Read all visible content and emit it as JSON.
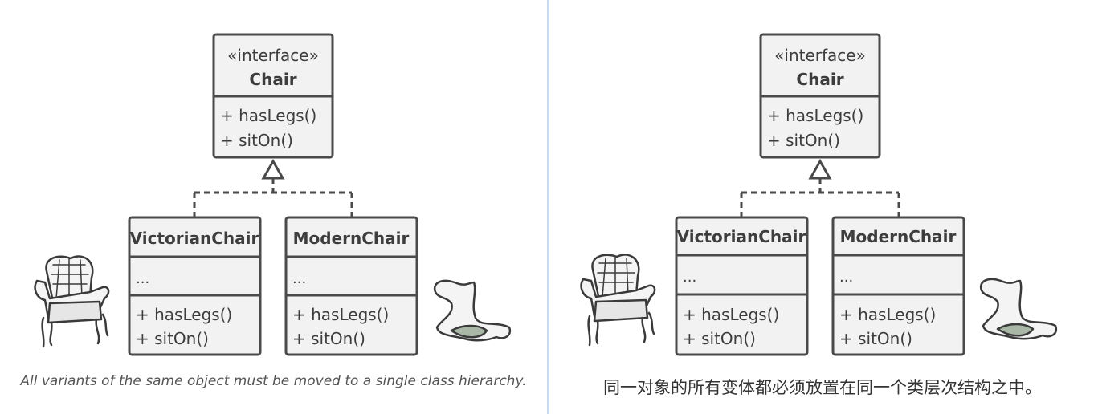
{
  "left_panel": {
    "interface_box": {
      "stereotype": "«interface»",
      "name": "Chair",
      "methods": [
        "+ hasLegs()",
        "+ sitOn()"
      ]
    },
    "class_victorian": {
      "name": "VictorianChair",
      "fields": "...",
      "methods": [
        "+ hasLegs()",
        "+ sitOn()"
      ]
    },
    "class_modern": {
      "name": "ModernChair",
      "fields": "...",
      "methods": [
        "+ hasLegs()",
        "+ sitOn()"
      ]
    },
    "caption": "All variants of the same object must be moved to a single class hierarchy."
  },
  "right_panel": {
    "interface_box": {
      "stereotype": "«interface»",
      "name": "Chair",
      "methods": [
        "+ hasLegs()",
        "+ sitOn()"
      ]
    },
    "class_victorian": {
      "name": "VictorianChair",
      "fields": "...",
      "methods": [
        "+ hasLegs()",
        "+ sitOn()"
      ]
    },
    "class_modern": {
      "name": "ModernChair",
      "fields": "...",
      "methods": [
        "+ hasLegs()",
        "+ sitOn()"
      ]
    },
    "caption": "同一对象的所有变体都必须放置在同一个类层次结构之中。"
  },
  "colors": {
    "box_fill": "#f2f2f2",
    "box_stroke": "#4a4a4a",
    "divider": "#c7dcf2",
    "illustration_accent": "#a9b7a6"
  },
  "icons": [
    "victorian-armchair-icon",
    "modern-chair-icon"
  ]
}
